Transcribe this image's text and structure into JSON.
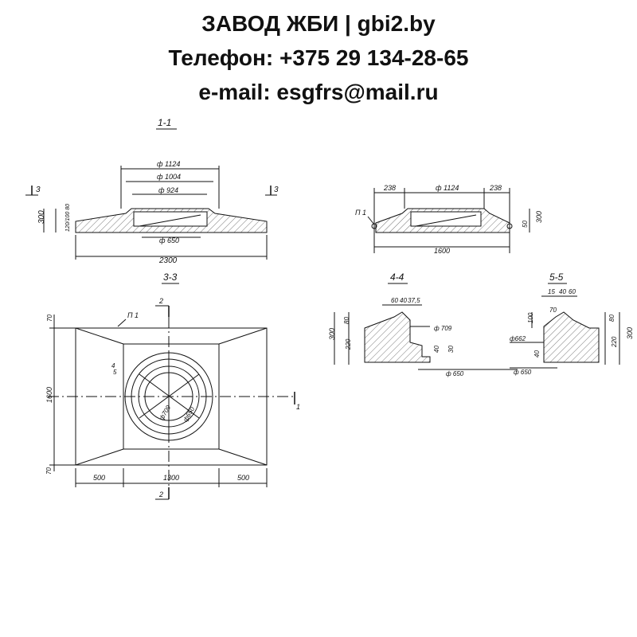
{
  "header": {
    "company": "ЗАВОД ЖБИ | gbi2.by",
    "phone": "Телефон: +375 29 134-28-65",
    "email": "e-mail: esgfrs@mail.ru"
  },
  "section_1_1": {
    "title": "1-1",
    "cut_mark": "3",
    "d_outer": "ф 1124",
    "d_mid": "ф 1004",
    "d_inner": "ф 924",
    "d_bottom": "ф 650",
    "height_total": "300",
    "height_split": "120/100 80",
    "width": "2300"
  },
  "section_2_2": {
    "left_offset": "238",
    "d_outer": "ф 1124",
    "right_offset": "238",
    "marker": "П 1",
    "height_small": "50",
    "height": "300",
    "width": "1600"
  },
  "section_3_3": {
    "title": "3-3",
    "cut_mark_2": "2",
    "cut_mark_1": "1",
    "marker": "П 1",
    "top_offset": "70",
    "bottom_offset": "70",
    "height": "1600",
    "width_left": "500",
    "width_mid": "1300",
    "width_right": "500",
    "cut_4": "4",
    "cut_5": "5",
    "d_inner": "ф650",
    "d_inner2": "ф709"
  },
  "section_4_4": {
    "title": "4-4",
    "dim_60": "60",
    "dim_40": "40",
    "dim_37_5": "37,5",
    "height": "300",
    "h_220": "220",
    "h_80": "80",
    "d_709": "ф 709",
    "d_30": "30",
    "d_40": "40",
    "d_650": "ф 650"
  },
  "section_5_5": {
    "title": "5-5",
    "dim_15": "15",
    "dim_40": "40",
    "dim_60": "60",
    "dim_70": "70",
    "dim_100": "100",
    "h_80": "80",
    "h_220": "220",
    "height": "300",
    "d_662": "ф662",
    "d_40": "40",
    "d_650": "ф 650"
  }
}
